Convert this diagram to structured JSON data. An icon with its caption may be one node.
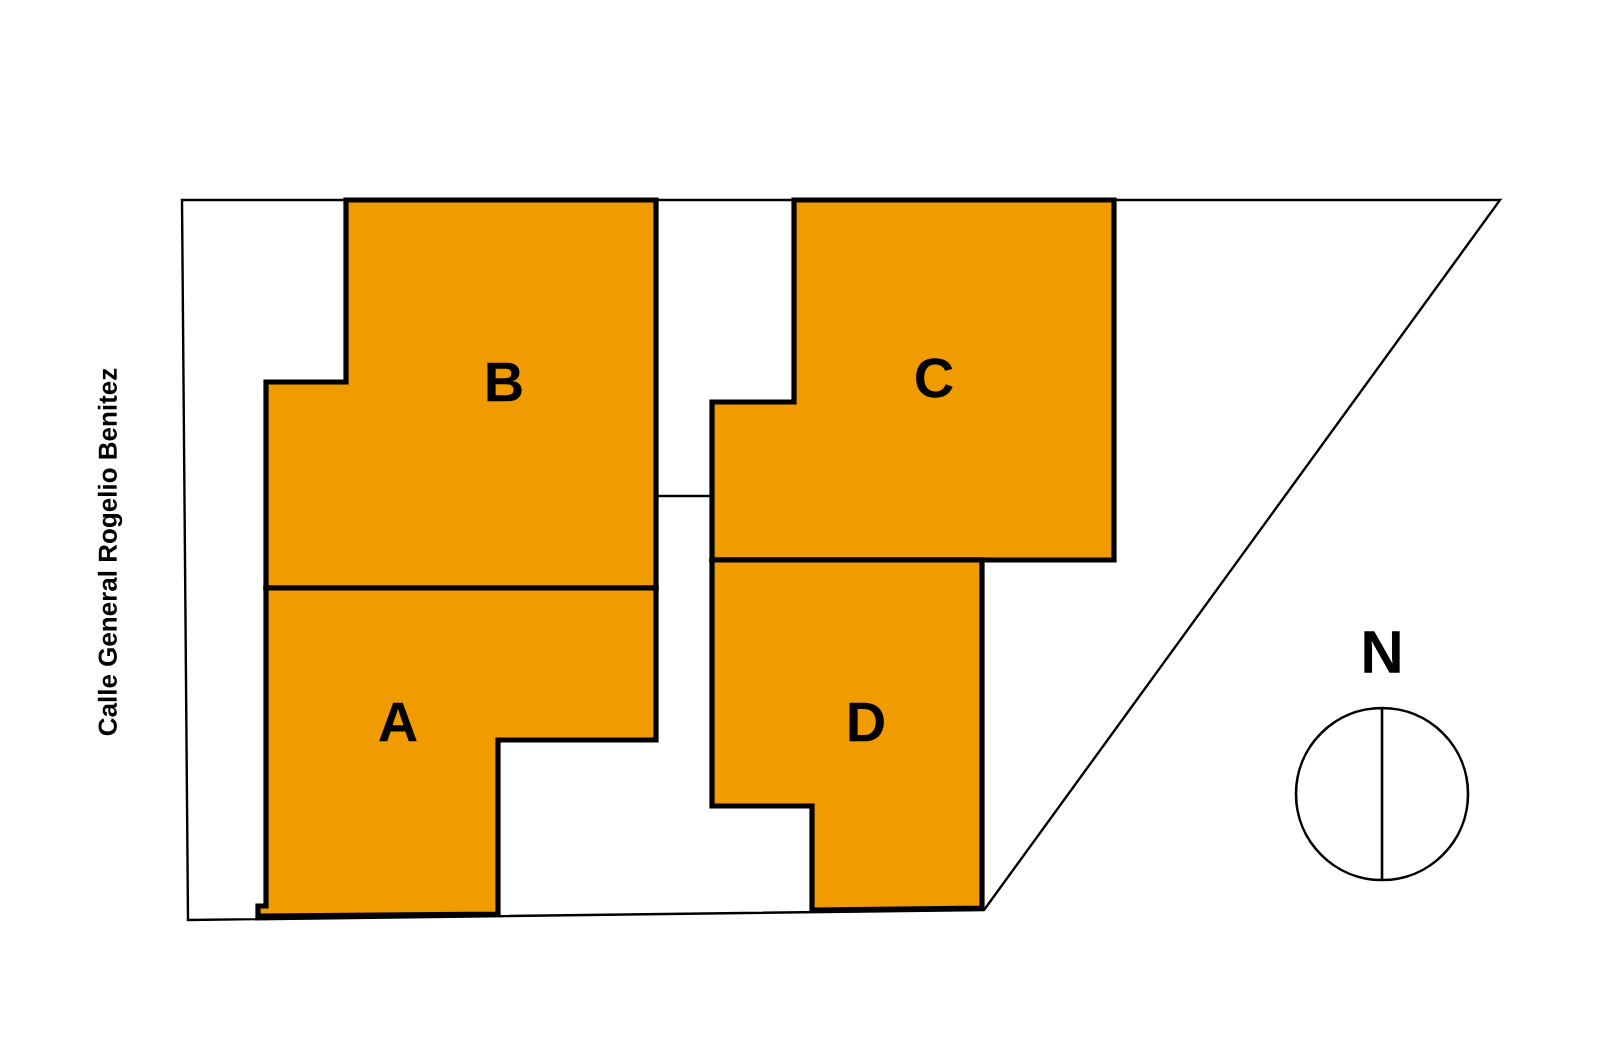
{
  "diagram": {
    "nodes": [
      {
        "text": [
          "B"
        ]
      },
      {
        "text": [
          "C"
        ]
      },
      {
        "text": [
          "A"
        ]
      },
      {
        "text": [
          "D"
        ]
      }
    ],
    "labels": [
      "Calle General Rogelio Benitez",
      "N"
    ]
  }
}
